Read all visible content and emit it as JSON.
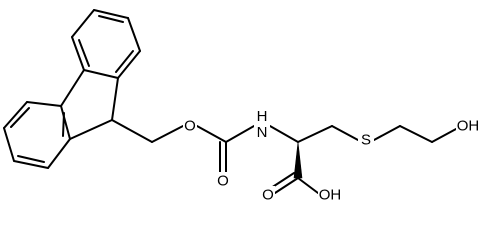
{
  "molecule": {
    "atoms": {
      "ether_oxygen": "O",
      "amide_nitrogen": "H N",
      "carbonyl_oxygen": "O",
      "sulfur": "S",
      "hydroxyl": "OH",
      "acid_carbonyl_oxygen": "O",
      "acid_hydroxyl": "OH"
    },
    "colors": {
      "bond": "#000000",
      "label": "#000000",
      "background": "#ffffff"
    }
  }
}
